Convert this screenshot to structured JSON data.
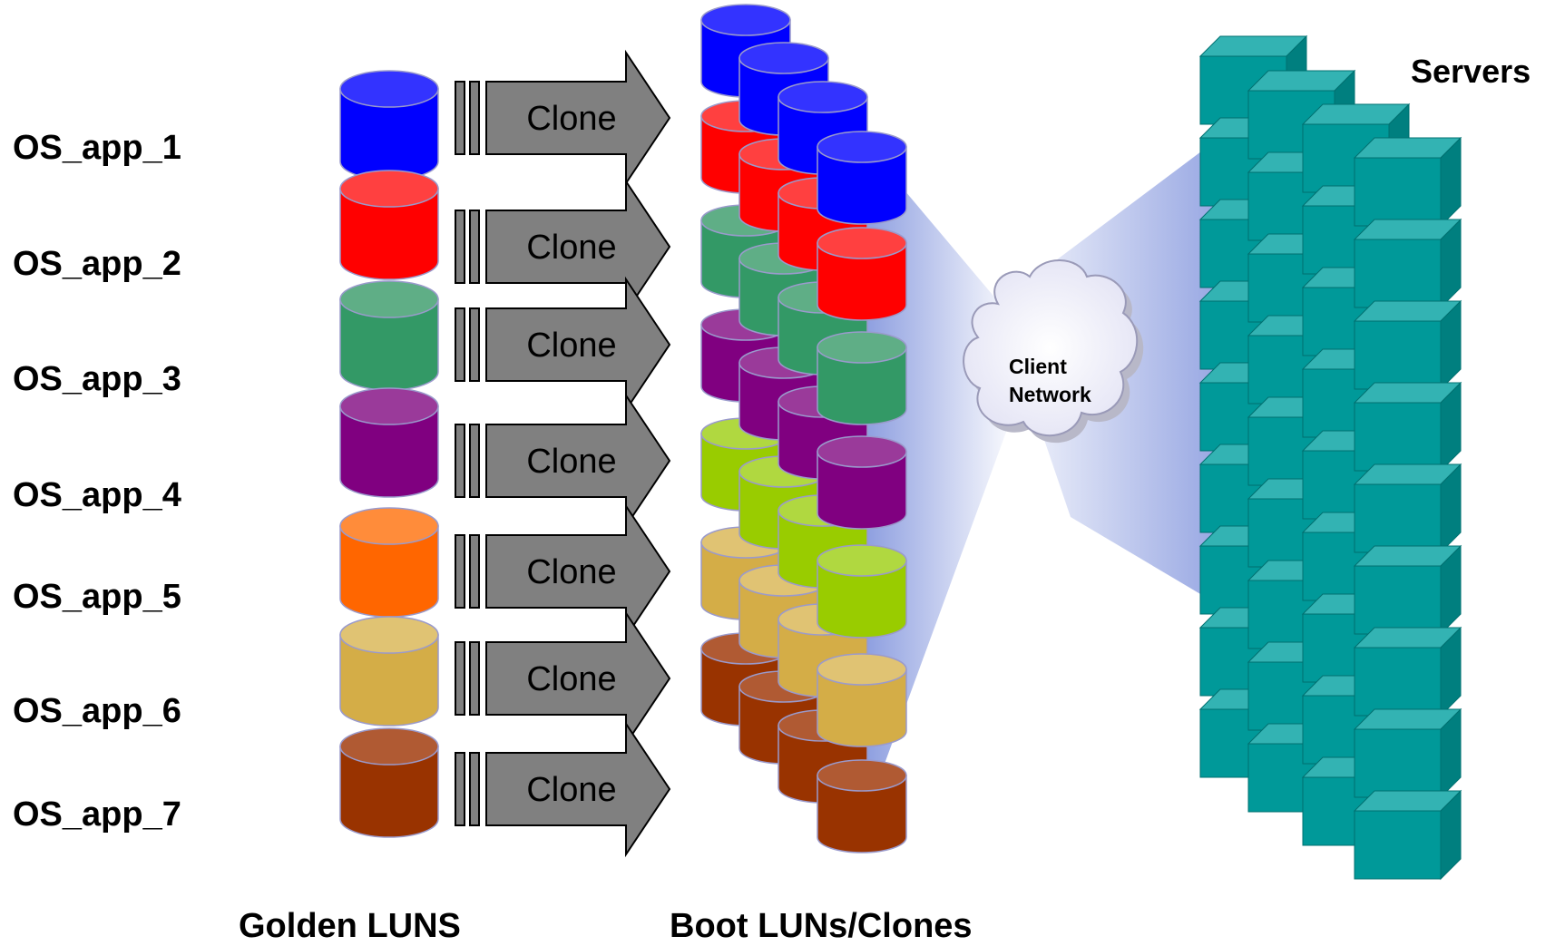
{
  "golden_luns": [
    {
      "label": "OS_app_1",
      "color": "#0000ff",
      "top_color": "#3333ff"
    },
    {
      "label": "OS_app_2",
      "color": "#ff0000",
      "top_color": "#ff4040"
    },
    {
      "label": "OS_app_3",
      "color": "#339966",
      "top_color": "#5fae86"
    },
    {
      "label": "OS_app_4",
      "color": "#800080",
      "top_color": "#9a3a9a"
    },
    {
      "label": "OS_app_5",
      "color": "#ff6600",
      "top_color": "#ff8c3a"
    },
    {
      "label": "OS_app_6",
      "color": "#d4ad47",
      "top_color": "#e0c373"
    },
    {
      "label": "OS_app_7",
      "color": "#993300",
      "top_color": "#b05a33"
    }
  ],
  "boot_lun_colors": [
    "#0000ff",
    "#ff0000",
    "#339966",
    "#800080",
    "#99cc00",
    "#d4ad47",
    "#993300"
  ],
  "boot_lun_top_colors": [
    "#3333ff",
    "#ff4040",
    "#5fae86",
    "#9a3a9a",
    "#b0d840",
    "#e0c373",
    "#b05a33"
  ],
  "clone_label": "Clone",
  "cloud": {
    "line1": "Client",
    "line2": "Network"
  },
  "labels": {
    "golden": "Golden LUNS",
    "boot": "Boot LUNs/Clones",
    "servers": "Servers"
  },
  "colors": {
    "server_front": "#009999",
    "server_top": "#33b3b3",
    "server_side": "#007f7f",
    "arrow": "#808080",
    "beam": "#8e9fe0"
  }
}
